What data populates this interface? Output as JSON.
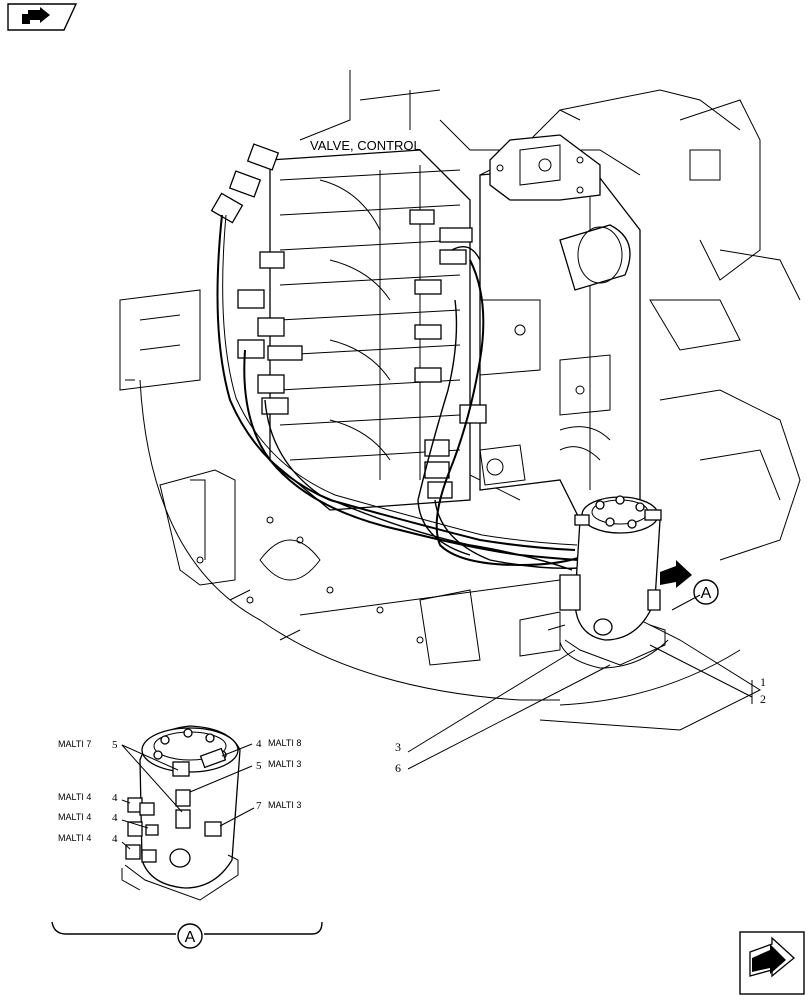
{
  "title": "VALVE, CONTROL",
  "detail_letter": "A",
  "view_callout_letter": "A",
  "callouts_main": [
    {
      "id": "c1",
      "text": "1"
    },
    {
      "id": "c2",
      "text": "2"
    },
    {
      "id": "c3",
      "text": "3"
    },
    {
      "id": "c6",
      "text": "6"
    }
  ],
  "detail_labels": [
    {
      "id": "d1",
      "num": "5",
      "name": "MALTI 7"
    },
    {
      "id": "d2",
      "num": "4",
      "name": "MALTI 8"
    },
    {
      "id": "d3",
      "num": "5",
      "name": "MALTI 3"
    },
    {
      "id": "d4",
      "num": "4",
      "name": "MALTI 4"
    },
    {
      "id": "d5",
      "num": "4",
      "name": "MALTI 4"
    },
    {
      "id": "d6",
      "num": "7",
      "name": "MALTI 3"
    },
    {
      "id": "d7",
      "num": "4",
      "name": "MALTI 4"
    }
  ],
  "icons": {
    "top_left": "forward-page-icon",
    "bottom_right": "next-page-icon"
  }
}
